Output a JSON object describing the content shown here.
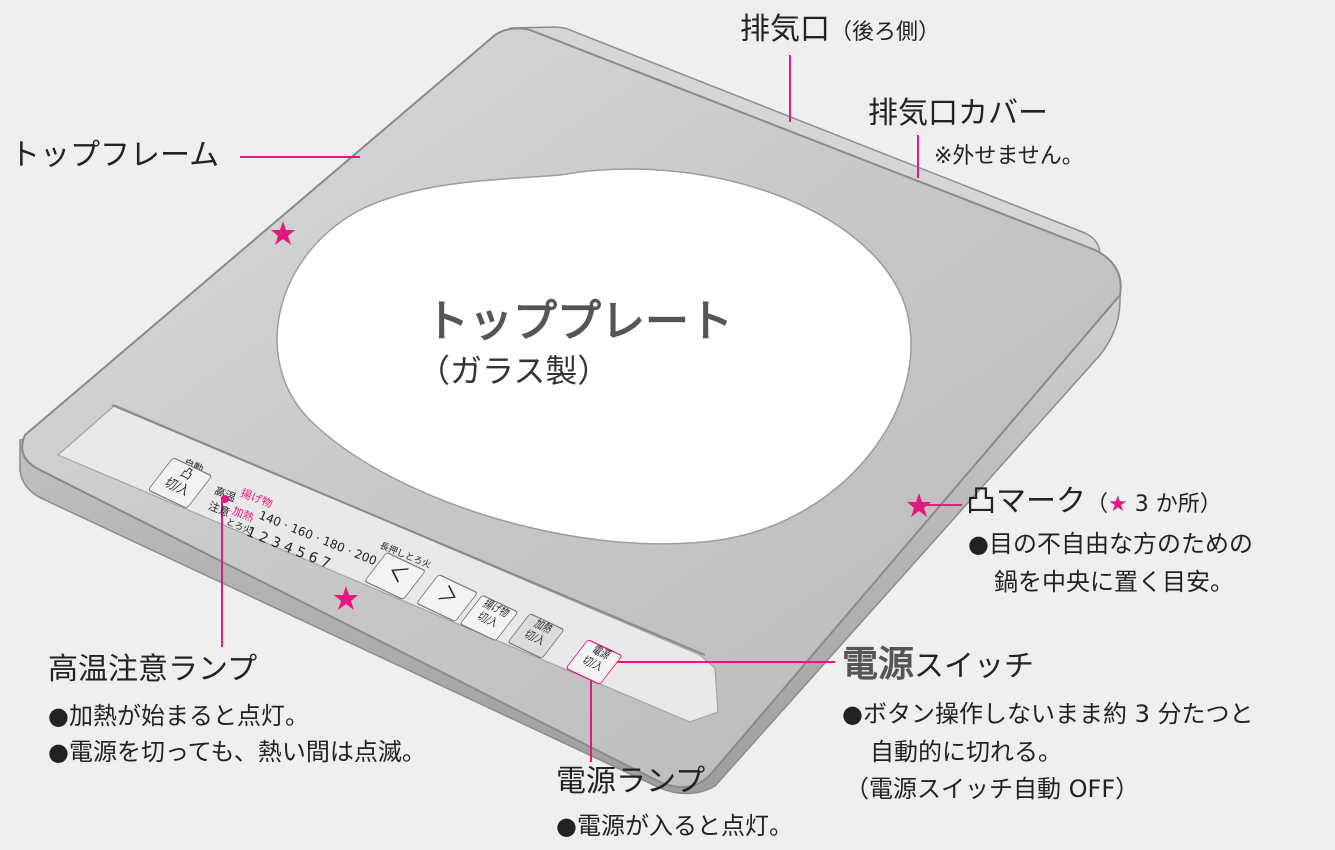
{
  "colors": {
    "accent": "#e6177e",
    "plate": "#ffffff",
    "body": "#c9c9c9",
    "panel": "#e8e8e8",
    "background": "#efefef"
  },
  "labels": {
    "exhaust_title": "排気口",
    "exhaust_sub": "（後ろ側）",
    "exhaust_cover_title": "排気口カバー",
    "exhaust_cover_note": "※外せません。",
    "top_frame": "トップフレーム",
    "top_plate_title": "トッププレート",
    "top_plate_sub": "（ガラス製）",
    "bump_title": "凸マーク",
    "bump_open": "（",
    "bump_star": "★",
    "bump_count": " 3 か所）",
    "bump_line1": "●目の不自由な方のための",
    "bump_line2": "鍋を中央に置く目安。",
    "hot_title": "高温注意ランプ",
    "hot_line1": "●加熱が始まると点灯。",
    "hot_line2": "●電源を切っても、熱い間は点滅。",
    "power_switch_bold": "電源",
    "power_switch_rest": "スイッチ",
    "power_switch_line1": "●ボタン操作しないまま約 3 分たつと",
    "power_switch_line2": "自動的に切れる。",
    "power_switch_line3": "（電源スイッチ自動 OFF）",
    "power_lamp_title": "電源ランプ",
    "power_lamp_line1": "●電源が入ると点灯。"
  },
  "panel": {
    "auto_label": "自動",
    "auto_btn_top": "凸",
    "auto_btn_bottom": "切/入",
    "hot_text": "高温",
    "caution_text": "注意",
    "fry_text": "揚げ物",
    "heat_text": "加熱",
    "simmer_text": "とろ火",
    "temps": "140 · 160 · 180 · 200",
    "levels": "1  2  3  4  5  6  7",
    "longpress": "長押しとろ火",
    "left_btn": "＜",
    "right_btn": "＞",
    "fry_btn_top": "揚げ物",
    "fry_btn_bottom": "切/入",
    "heat_btn_top": "加熱",
    "heat_btn_bottom": "切/入",
    "power_btn_top": "電源",
    "power_btn_bottom": "切/入"
  },
  "icons": [
    "star-marker-icon",
    "star-marker-icon",
    "star-marker-icon",
    "star-inline-icon"
  ]
}
